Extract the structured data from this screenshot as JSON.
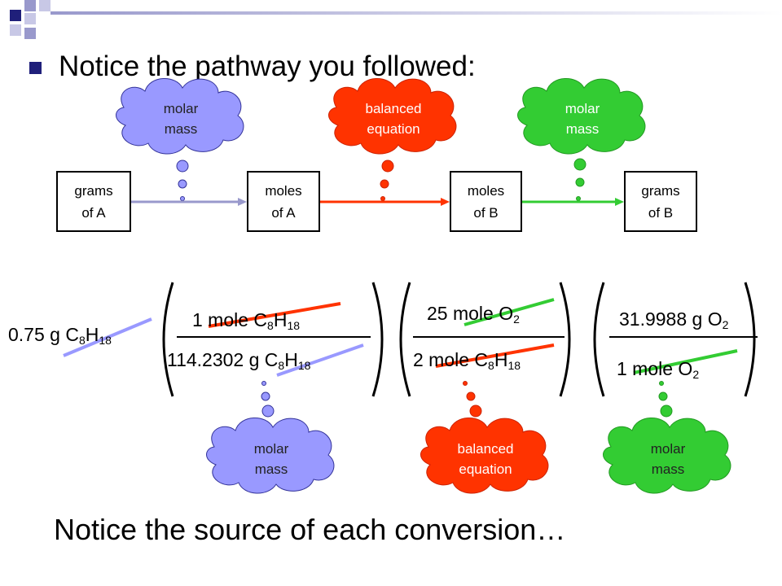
{
  "title": "Notice the pathway you followed:",
  "boxes": [
    {
      "line1": "grams",
      "line2": "of A"
    },
    {
      "line1": "moles",
      "line2": "of A"
    },
    {
      "line1": "moles",
      "line2": "of B"
    },
    {
      "line1": "grams",
      "line2": "of B"
    }
  ],
  "clouds_top": [
    {
      "line1": "molar",
      "line2": "mass",
      "color": "#9999ff"
    },
    {
      "line1": "balanced",
      "line2": "equation",
      "color": "#ff3300"
    },
    {
      "line1": "molar",
      "line2": "mass",
      "color": "#33cc33"
    }
  ],
  "clouds_bottom": [
    {
      "line1": "molar",
      "line2": "mass",
      "color": "#9999ff"
    },
    {
      "line1": "balanced",
      "line2": "equation",
      "color": "#ff3300"
    },
    {
      "line1": "molar",
      "line2": "mass",
      "color": "#33cc33"
    }
  ],
  "equation": {
    "start": {
      "pre": "0.75 g C",
      "s1": "8",
      "mid": "H",
      "s2": "18"
    },
    "f1_num": {
      "pre": "1 mole C",
      "s1": "8",
      "mid": "H",
      "s2": "18"
    },
    "f1_den": {
      "pre": "114.2302 g C",
      "s1": "8",
      "mid": "H",
      "s2": "18"
    },
    "f2_num": {
      "pre": "25 mole O",
      "s1": "2"
    },
    "f2_den": {
      "pre": "2 mole C",
      "s1": "8",
      "mid": "H",
      "s2": "18"
    },
    "f3_num": {
      "pre": "31.9988 g O",
      "s1": "2"
    },
    "f3_den": {
      "pre": "1 mole O",
      "s1": "2"
    }
  },
  "bottom_note": "Notice the source of each conversion…",
  "colors": {
    "blue": "#9999ff",
    "red": "#ff3300",
    "green": "#33cc33",
    "slide_accent": "#1f1f7a"
  }
}
